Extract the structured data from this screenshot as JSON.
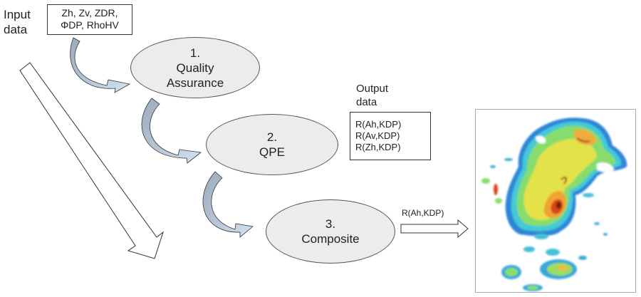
{
  "input": {
    "label_line1": "Input",
    "label_line2": "data",
    "variables_line1": "Zh, Zv, ZDR,",
    "variables_line2": "ΦDP, RhoHV"
  },
  "steps": [
    {
      "number": "1.",
      "line1": "Quality",
      "line2": "Assurance"
    },
    {
      "number": "2.",
      "line1": "QPE",
      "line2": ""
    },
    {
      "number": "3.",
      "line1": "Composite",
      "line2": ""
    }
  ],
  "output": {
    "label_line1": "Output",
    "label_line2": "data",
    "products": [
      "R(Ah,KDP)",
      "R(Av,KDP)",
      "R(Zh,KDP)"
    ]
  },
  "composite_output_label": "R(Ah,KDP)",
  "radar_image": {
    "description": "Composite rainfall map",
    "colors": [
      "#2b7bd6",
      "#3fc7d9",
      "#7fe07a",
      "#e3e84a",
      "#f3a534",
      "#d84a1c",
      "#7a1a0a"
    ]
  },
  "colors": {
    "curved_arrow_fill": "#c9ddf0",
    "curved_arrow_dark": "#9aaabb",
    "ellipse_fill": "#ececec"
  }
}
